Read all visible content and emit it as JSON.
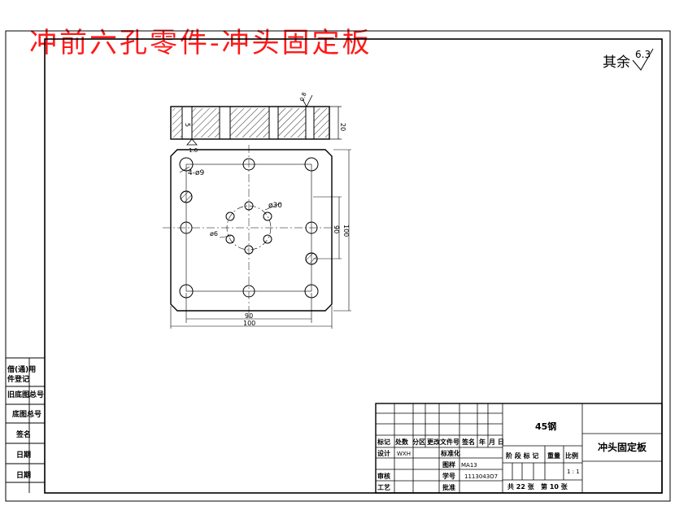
{
  "title": "冲前六孔零件-冲头固定板",
  "surface_finish": {
    "prefix": "其余",
    "value": "6.3"
  },
  "side_view": {
    "roughness_top": "0.8",
    "roughness_bottom": "1.6",
    "dim_left": "5",
    "dim_right": "20"
  },
  "plan_view": {
    "hole_callout": "4-ø9",
    "circle_callout": "ø30",
    "small_hole_callout": "ø6",
    "dim_inner_width": "90",
    "dim_outer_width": "100",
    "dim_inner_height": "90",
    "dim_outer_height": "100"
  },
  "left_strip": {
    "labels": [
      "借(通)用",
      "件登记",
      "旧底图总号",
      "底图总号",
      "签名",
      "日期",
      "日期"
    ]
  },
  "title_block": {
    "material": "45钢",
    "part_name": "冲头固定板",
    "header_row": [
      "标记",
      "处数",
      "分区",
      "更改文件号",
      "签名",
      "年",
      "月",
      "日"
    ],
    "design_label": "设计",
    "design_name": "WXH",
    "std_label": "标准化",
    "drawing_label": "图样",
    "drawing_value": "MA13",
    "review_label": "审核",
    "number_label": "学号",
    "number_value": "1113043O7",
    "craft_label": "工艺",
    "approve_label": "批准",
    "stage_header": "阶 段 标 记",
    "weight_label": "重量",
    "scale_label": "比例",
    "scale_value": "1 : 1",
    "sheets_text": "共 22 张   第 10 张"
  }
}
